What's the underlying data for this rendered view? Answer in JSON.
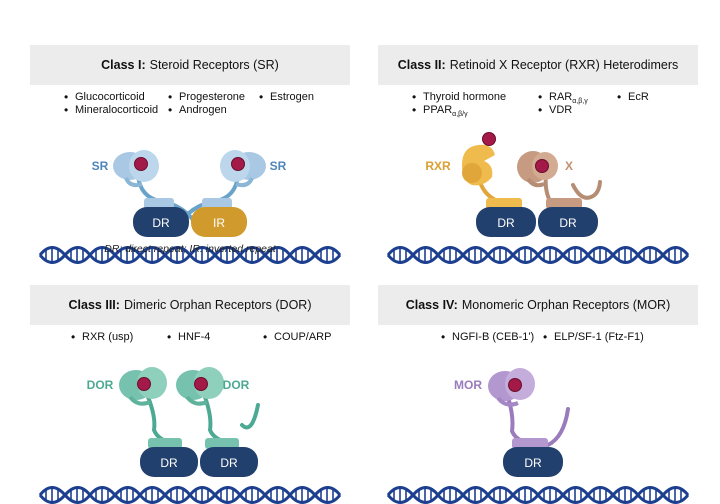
{
  "panels": [
    {
      "title_bold": "Class I:",
      "title_rest": "Steroid Receptors (SR)",
      "bullets": [
        "Glucocorticoid",
        "Mineralocorticoid",
        "Progesterone",
        "Androgen",
        "Estrogen"
      ],
      "left_label": "SR",
      "right_label": "SR",
      "box_labels": [
        "DR",
        "IR"
      ],
      "caption": "DR: direct repeat; IR: inverted repeat"
    },
    {
      "title_bold": "Class II:",
      "title_rest": "Retinoid X Receptor (RXR) Heterodimers",
      "bullets": [
        "Thyroid hormone",
        "PPAR",
        "RAR",
        "VDR",
        "EcR"
      ],
      "subscripts": {
        "ppar": "α,β/γ",
        "rar": "α,β,γ"
      },
      "left_label": "RXR",
      "right_label": "X",
      "box_labels": [
        "DR",
        "DR"
      ]
    },
    {
      "title_bold": "Class III:",
      "title_rest": "Dimeric Orphan Receptors (DOR)",
      "bullets": [
        "RXR (usp)",
        "HNF-4",
        "COUP/ARP"
      ],
      "left_label": "DOR",
      "right_label": "DOR",
      "box_labels": [
        "DR",
        "DR"
      ]
    },
    {
      "title_bold": "Class IV:",
      "title_rest": "Monomeric Orphan Receptors (MOR)",
      "bullets": [
        "NGFI-B (CEB-1')",
        "ELP/SF-1 (Ftz-F1)"
      ],
      "left_label": "MOR",
      "box_labels": [
        "DR"
      ]
    }
  ],
  "colors": {
    "header_bg": "#ececec",
    "dna_strand": "#1d3f8f",
    "dna_rung": "#1d3f8f",
    "dr_box": "#22406e",
    "ir_box": "#d09b2c",
    "ligand": "#a31a48",
    "sr": "#a9c8e3",
    "rxr": "#f0bb4d",
    "x_receptor": "#c69b81",
    "dor": "#76c2ae",
    "mor": "#b397cf"
  }
}
